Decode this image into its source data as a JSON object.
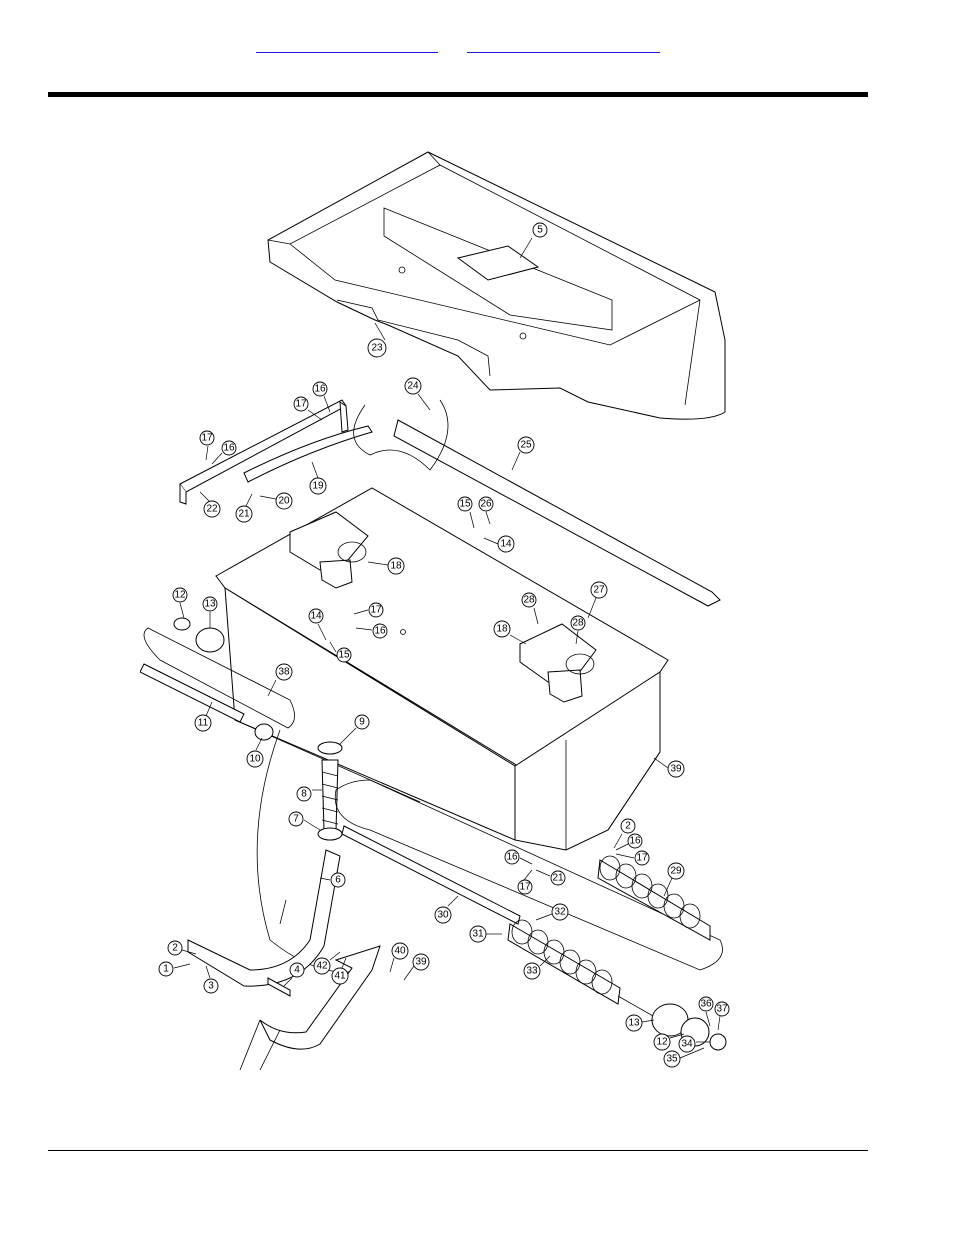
{
  "header": {
    "links": [
      {
        "label": ""
      },
      {
        "label": ""
      }
    ]
  },
  "diagram": {
    "callouts": [
      {
        "label": "5"
      },
      {
        "label": "23"
      },
      {
        "label": "24"
      },
      {
        "label": "25"
      },
      {
        "label": "16"
      },
      {
        "label": "17"
      },
      {
        "label": "17"
      },
      {
        "label": "16"
      },
      {
        "label": "19"
      },
      {
        "label": "20"
      },
      {
        "label": "21"
      },
      {
        "label": "22"
      },
      {
        "label": "15"
      },
      {
        "label": "26"
      },
      {
        "label": "14"
      },
      {
        "label": "18"
      },
      {
        "label": "27"
      },
      {
        "label": "28"
      },
      {
        "label": "28"
      },
      {
        "label": "18"
      },
      {
        "label": "12"
      },
      {
        "label": "13"
      },
      {
        "label": "14"
      },
      {
        "label": "17"
      },
      {
        "label": "16"
      },
      {
        "label": "15"
      },
      {
        "label": "38"
      },
      {
        "label": "11"
      },
      {
        "label": "10"
      },
      {
        "label": "9"
      },
      {
        "label": "39"
      },
      {
        "label": "8"
      },
      {
        "label": "7"
      },
      {
        "label": "2"
      },
      {
        "label": "16"
      },
      {
        "label": "17"
      },
      {
        "label": "16"
      },
      {
        "label": "21"
      },
      {
        "label": "17"
      },
      {
        "label": "29"
      },
      {
        "label": "6"
      },
      {
        "label": "30"
      },
      {
        "label": "32"
      },
      {
        "label": "31"
      },
      {
        "label": "33"
      },
      {
        "label": "2"
      },
      {
        "label": "1"
      },
      {
        "label": "3"
      },
      {
        "label": "4"
      },
      {
        "label": "42"
      },
      {
        "label": "41"
      },
      {
        "label": "40"
      },
      {
        "label": "39"
      },
      {
        "label": "13"
      },
      {
        "label": "36"
      },
      {
        "label": "37"
      },
      {
        "label": "12"
      },
      {
        "label": "34"
      },
      {
        "label": "35"
      }
    ]
  }
}
